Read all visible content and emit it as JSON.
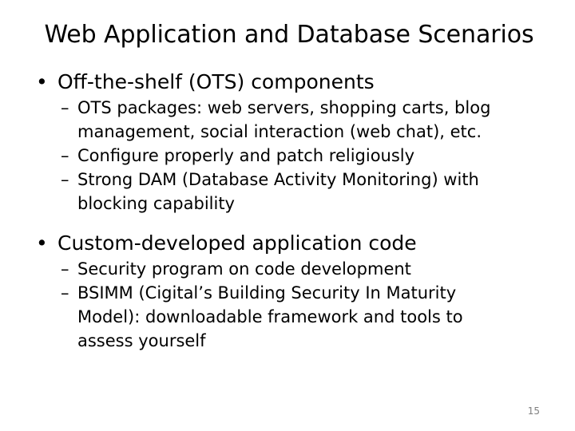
{
  "slide": {
    "title": "Web Application and Database Scenarios",
    "background_color": "#FFFFFF",
    "text_color": "#000000",
    "page_number": "15",
    "page_number_color": "#808080",
    "markers": {
      "level1": "•",
      "level2": "–"
    },
    "groups": [
      {
        "heading": "Off-the-shelf (OTS) components",
        "items": [
          "OTS packages: web servers, shopping carts, blog management, social interaction (web chat), etc.",
          "Configure properly and patch religiously",
          "Strong DAM (Database Activity Monitoring) with blocking capability"
        ]
      },
      {
        "heading": "Custom-developed application code",
        "items": [
          "Security program on code development",
          "BSIMM (Cigital’s Building Security In Maturity Model): downloadable framework and tools to assess yourself"
        ]
      }
    ]
  }
}
